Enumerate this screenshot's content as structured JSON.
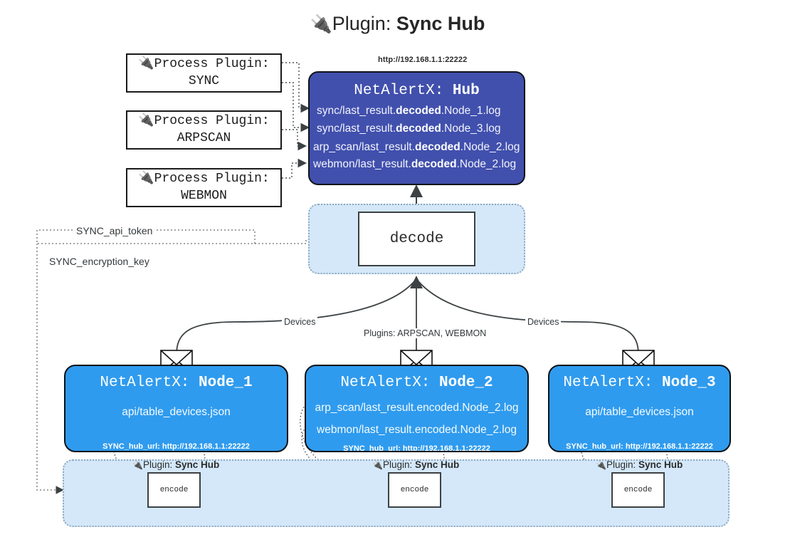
{
  "title": {
    "icon": "plug-icon",
    "prefix": "Plugin: ",
    "name": "Sync Hub",
    "plug_glyph": "🔌"
  },
  "colors": {
    "hub_fill": "#4150ad",
    "node_fill": "#2f9bee",
    "container_fill": "#d4e8fa",
    "box_stroke": "#1a1a1a",
    "edge": "#3c4144"
  },
  "process_plugins": [
    {
      "line1": "🔌Process Plugin:",
      "line2": "SYNC"
    },
    {
      "line1": "🔌Process Plugin:",
      "line2": "ARPSCAN"
    },
    {
      "line1": "🔌Process Plugin:",
      "line2": "WEBMON"
    }
  ],
  "hub": {
    "url": "http://192.168.1.1:22222",
    "title_prefix": "NetAlertX: ",
    "title_name": "Hub",
    "logs": [
      {
        "pre": "sync/last_result.",
        "mid": "decoded",
        "post": ".Node_1.log"
      },
      {
        "pre": "sync/last_result.",
        "mid": "decoded",
        "post": ".Node_3.log"
      },
      {
        "pre": "arp_scan/last_result.",
        "mid": "decoded",
        "post": ".Node_2.log"
      },
      {
        "pre": "webmon/last_result.",
        "mid": "decoded",
        "post": ".Node_2.log"
      }
    ]
  },
  "decode": {
    "label": "decode"
  },
  "secrets": [
    {
      "label": "SYNC_api_token"
    },
    {
      "label": "SYNC_encryption_key"
    }
  ],
  "edge_labels": {
    "devices_left": "Devices",
    "devices_right": "Devices",
    "plugins_center": "Plugins: ARPSCAN, WEBMON"
  },
  "nodes": [
    {
      "title_prefix": "NetAlertX: ",
      "title_name": "Node_1",
      "lines": [
        "api/table_devices.json"
      ],
      "url_key": "SYNC_hub_url: ",
      "url_value": "http://192.168.1.1:22222"
    },
    {
      "title_prefix": "NetAlertX: ",
      "title_name": "Node_2",
      "lines": [
        "arp_scan/last_result.encoded.Node_2.log",
        "webmon/last_result.encoded.Node_2.log"
      ],
      "url_key": "SYNC_hub_url: ",
      "url_value": "http://192.168.1.1:22222"
    },
    {
      "title_prefix": "NetAlertX: ",
      "title_name": "Node_3",
      "lines": [
        "api/table_devices.json"
      ],
      "url_key": "SYNC_hub_url: ",
      "url_value": "http://192.168.1.1:22222"
    }
  ],
  "encoders": [
    {
      "plugin_prefix": "Plugin: ",
      "plugin_name": "Sync Hub",
      "label": "encode"
    },
    {
      "plugin_prefix": "Plugin: ",
      "plugin_name": "Sync Hub",
      "label": "encode"
    },
    {
      "plugin_prefix": "Plugin: ",
      "plugin_name": "Sync Hub",
      "label": "encode"
    }
  ]
}
